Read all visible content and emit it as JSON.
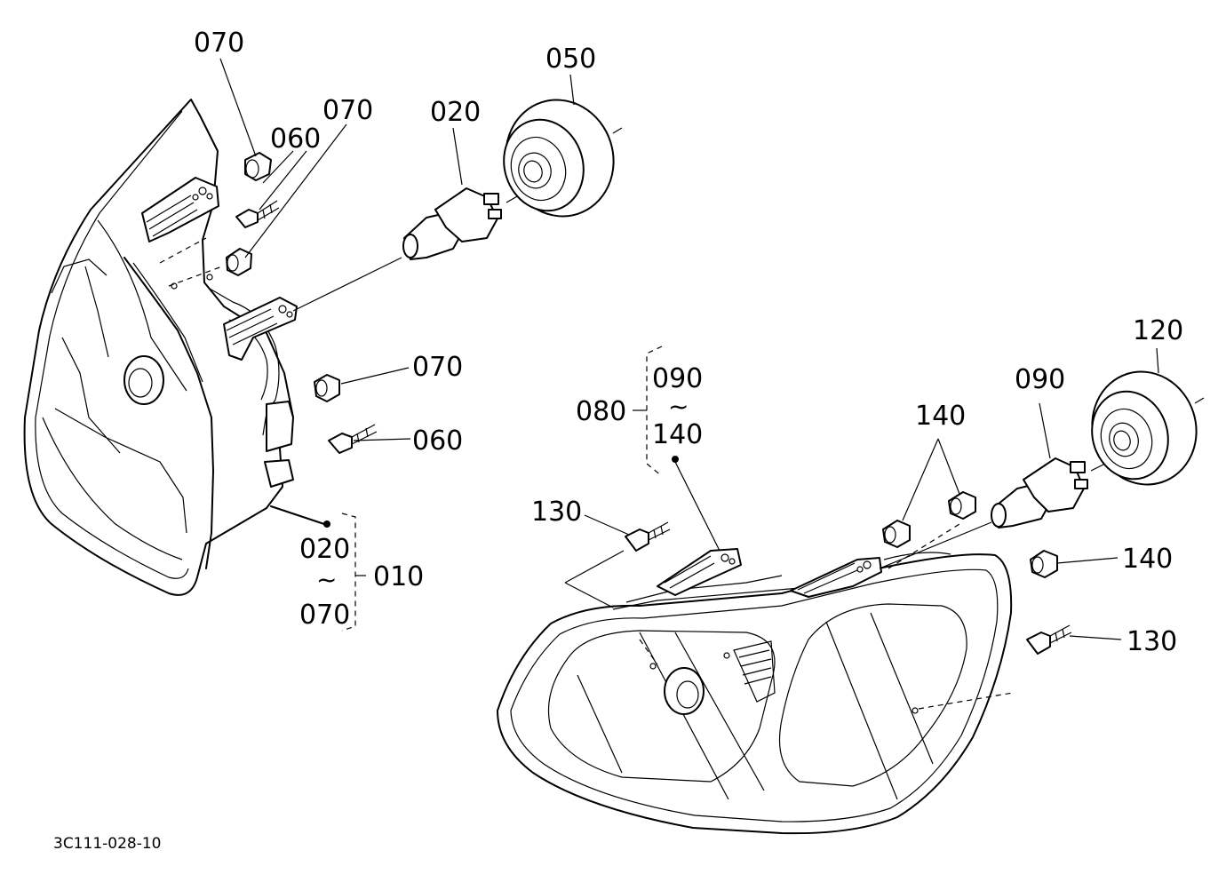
{
  "labels": {
    "p070_a": "070",
    "p050": "050",
    "p070_b": "070",
    "p020": "020",
    "p060_a": "060",
    "p070_c": "070",
    "p060_b": "060",
    "p020_range_start": "020",
    "p010": "010",
    "p070_range_end": "070",
    "range_tilde_left": "~",
    "p120": "120",
    "p090_range_start": "090",
    "p080": "080",
    "range_tilde_right": "~",
    "p140_range_end": "140",
    "p090": "090",
    "p140_a": "140",
    "p130_a": "130",
    "p140_b": "140",
    "p130_b": "130"
  },
  "figure_code": "3C111-028-10"
}
